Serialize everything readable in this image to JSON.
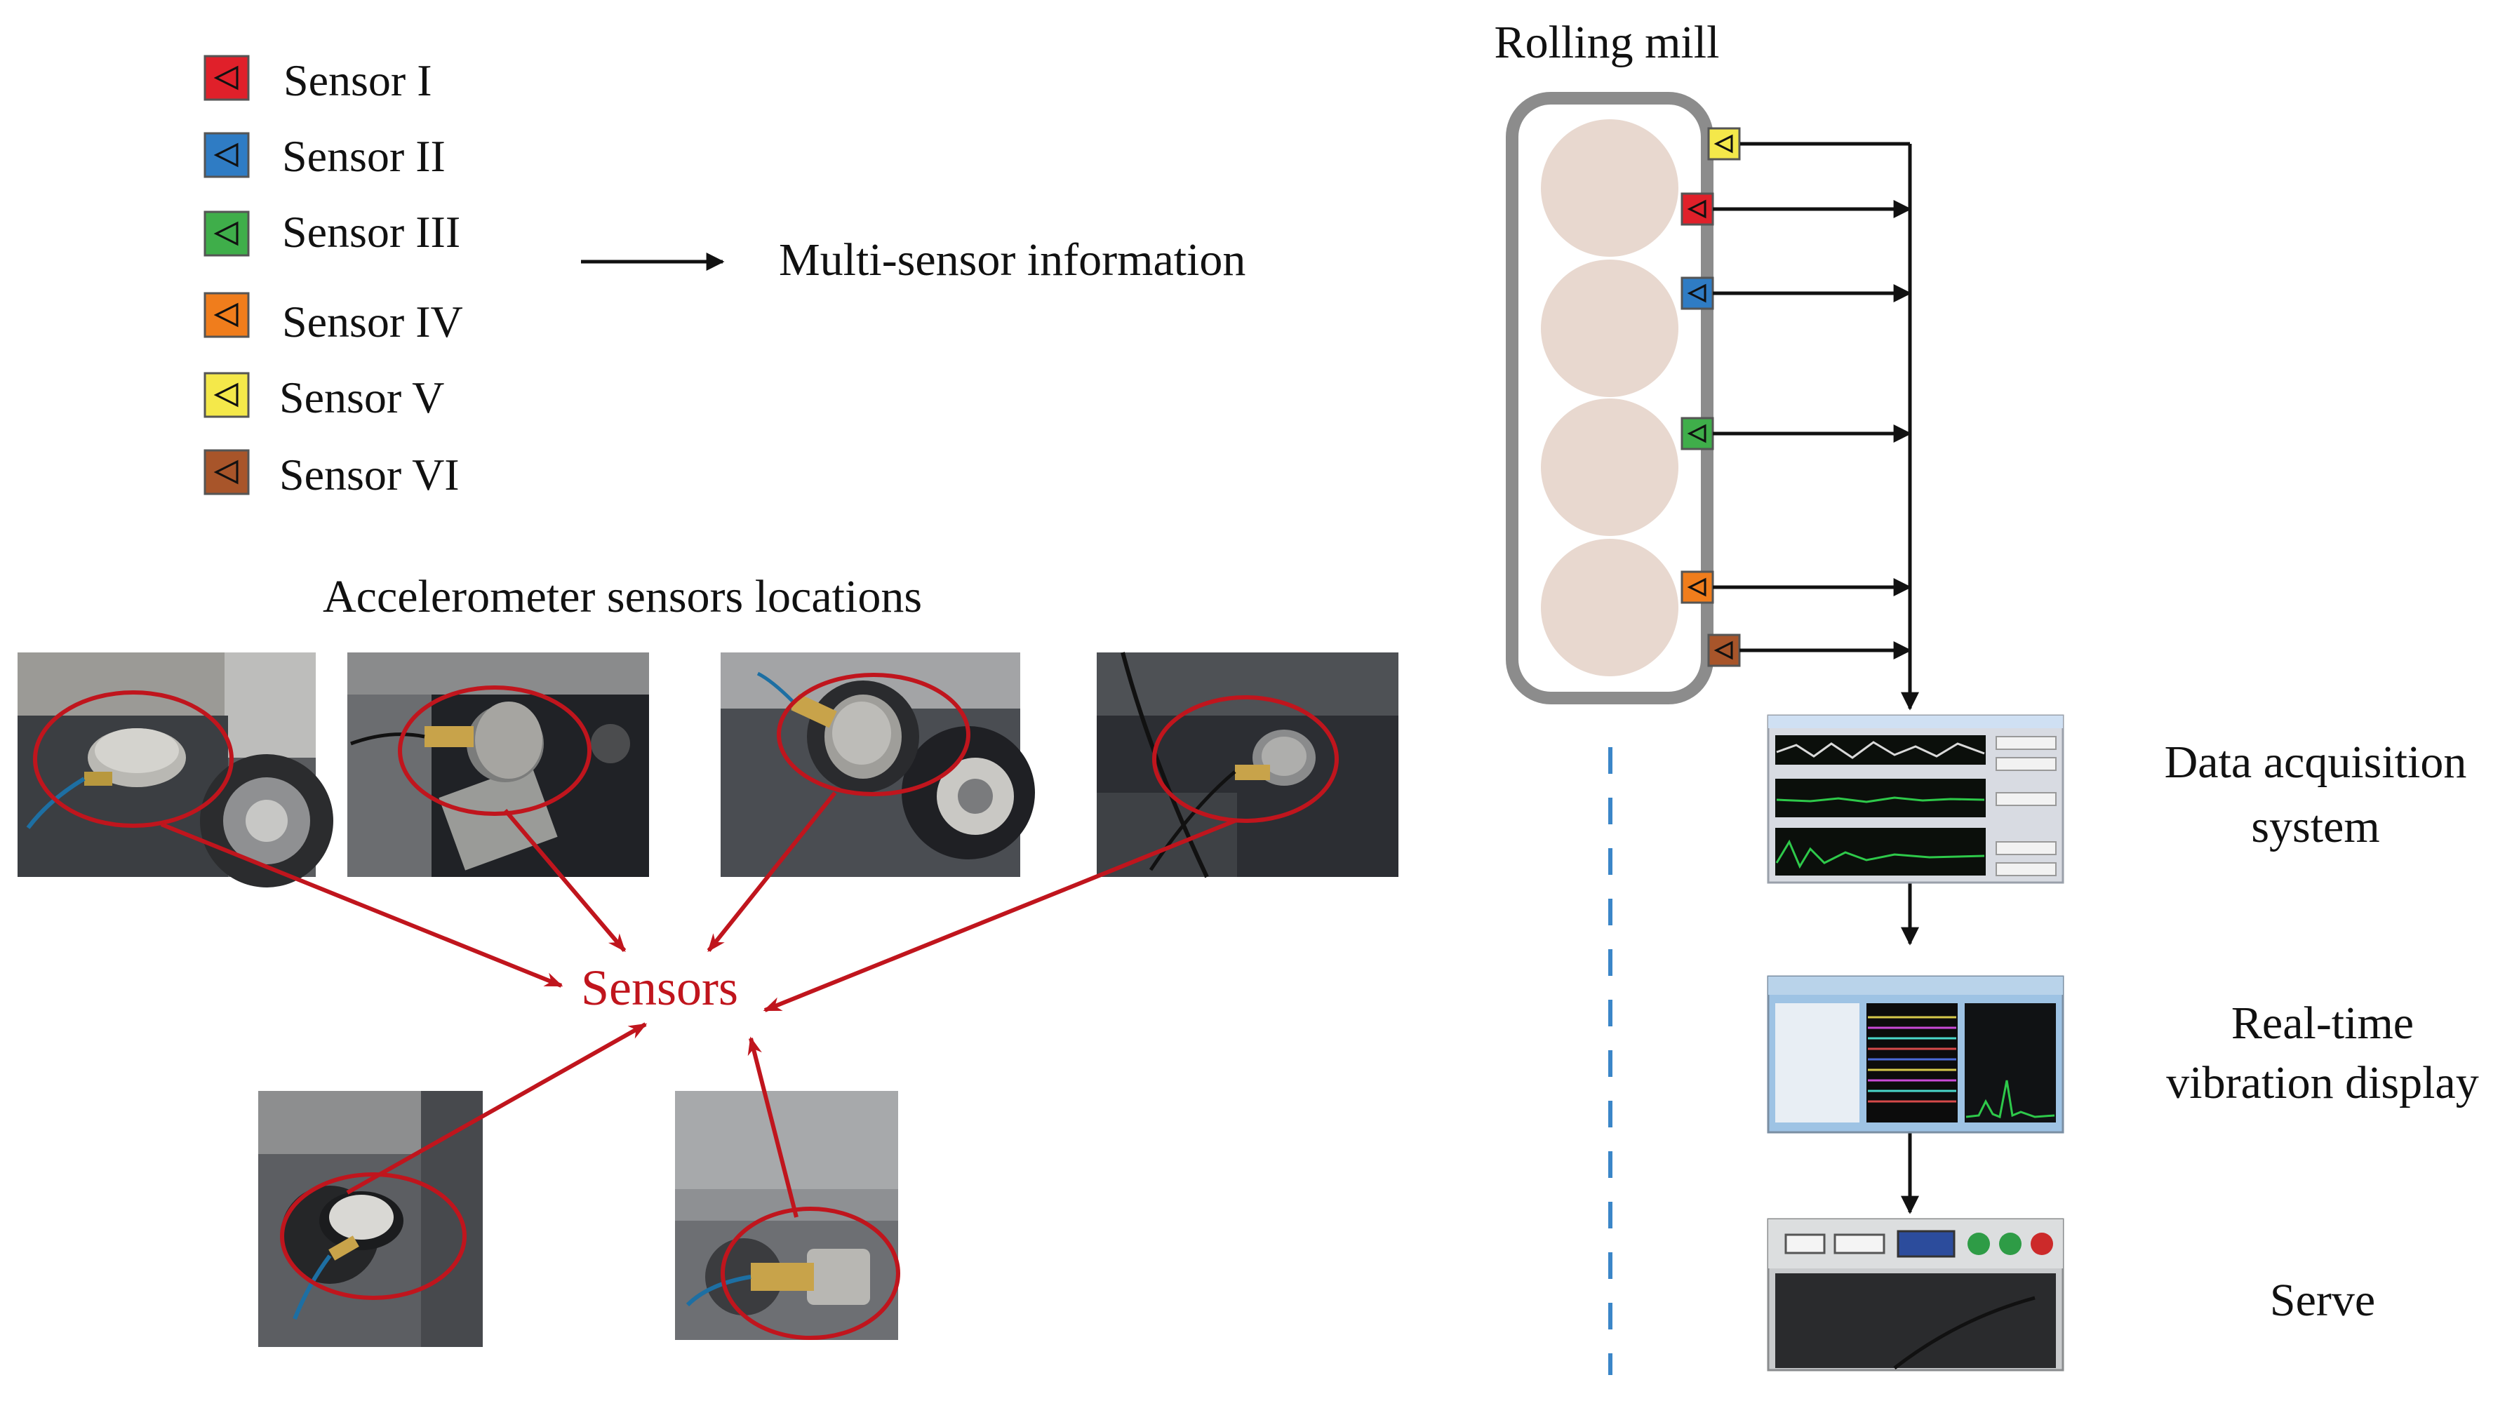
{
  "legend": {
    "items": [
      {
        "label": "Sensor I",
        "color": "#e0202a"
      },
      {
        "label": "Sensor II",
        "color": "#2f7cc4"
      },
      {
        "label": "Sensor III",
        "color": "#3fae4a"
      },
      {
        "label": "Sensor IV",
        "color": "#f07d1c"
      },
      {
        "label": "Sensor V",
        "color": "#f4e84a"
      },
      {
        "label": "Sensor VI",
        "color": "#a8552a"
      }
    ],
    "arrow_target": "Multi-sensor information"
  },
  "photos": {
    "title": "Accelerometer sensors locations",
    "center_label": "Sensors",
    "center_color": "#c0151d"
  },
  "mill": {
    "title": "Rolling mill",
    "roll_color": "#e8d8cf",
    "frame_color": "#8c8c8c",
    "sensor_order": [
      "Sensor V",
      "Sensor I",
      "Sensor II",
      "Sensor III",
      "Sensor IV",
      "Sensor VI"
    ]
  },
  "pipeline": {
    "steps": [
      {
        "label_lines": [
          "Data acquisition",
          "system"
        ],
        "icon": "data-acquisition-screen-icon"
      },
      {
        "label_lines": [
          "Real-time",
          "vibration display"
        ],
        "icon": "vibration-display-screen-icon"
      },
      {
        "label_lines": [
          "Serve"
        ],
        "icon": "server-hardware-icon"
      }
    ],
    "divider_color": "#3b86c8"
  }
}
